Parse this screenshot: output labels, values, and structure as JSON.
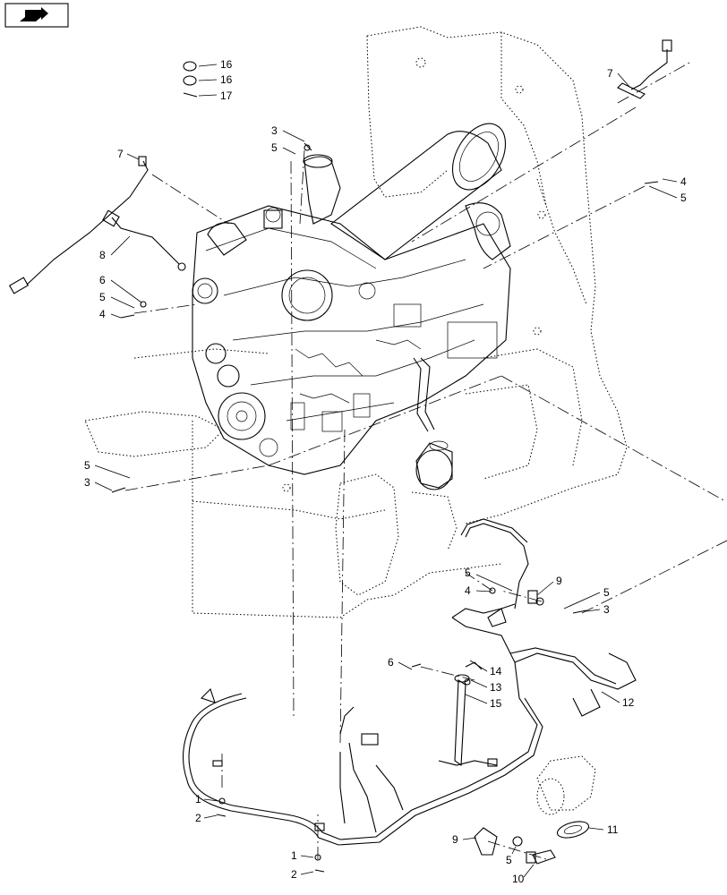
{
  "nav_icon": "page-navigation-icon",
  "callouts": [
    {
      "id": "c16a",
      "text": "16"
    },
    {
      "id": "c16b",
      "text": "16"
    },
    {
      "id": "c17",
      "text": "17"
    },
    {
      "id": "c3a",
      "text": "3"
    },
    {
      "id": "c5a",
      "text": "5"
    },
    {
      "id": "c7a",
      "text": "7"
    },
    {
      "id": "c8",
      "text": "8"
    },
    {
      "id": "c6a",
      "text": "6"
    },
    {
      "id": "c5b",
      "text": "5"
    },
    {
      "id": "c4a",
      "text": "4"
    },
    {
      "id": "c7b",
      "text": "7"
    },
    {
      "id": "c4b",
      "text": "4"
    },
    {
      "id": "c5c",
      "text": "5"
    },
    {
      "id": "c5d",
      "text": "5"
    },
    {
      "id": "c3b",
      "text": "3"
    },
    {
      "id": "c5e",
      "text": "5"
    },
    {
      "id": "c4c",
      "text": "4"
    },
    {
      "id": "c9a",
      "text": "9"
    },
    {
      "id": "c5f",
      "text": "5"
    },
    {
      "id": "c3c",
      "text": "3"
    },
    {
      "id": "c6b",
      "text": "6"
    },
    {
      "id": "c14",
      "text": "14"
    },
    {
      "id": "c13",
      "text": "13"
    },
    {
      "id": "c15",
      "text": "15"
    },
    {
      "id": "c12",
      "text": "12"
    },
    {
      "id": "c1a",
      "text": "1"
    },
    {
      "id": "c2a",
      "text": "2"
    },
    {
      "id": "c9b",
      "text": "9"
    },
    {
      "id": "c11",
      "text": "11"
    },
    {
      "id": "c1b",
      "text": "1"
    },
    {
      "id": "c2b",
      "text": "2"
    },
    {
      "id": "c5g",
      "text": "5"
    },
    {
      "id": "c10",
      "text": "10"
    }
  ]
}
